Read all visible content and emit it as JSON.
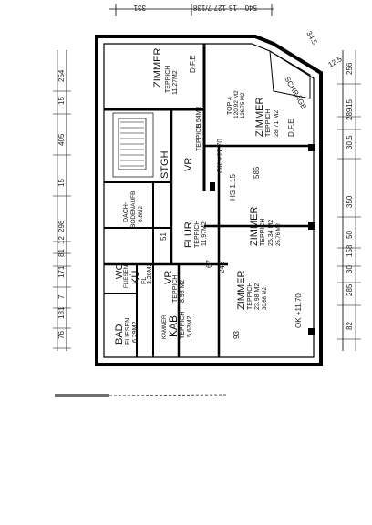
{
  "top_dims": [
    "331",
    "7/138",
    "127",
    "15",
    "540"
  ],
  "right_dims": [
    "254",
    "15",
    "405",
    "15",
    "298",
    "12",
    "81",
    "171",
    "7",
    "181",
    "76"
  ],
  "left_dims": [
    "256",
    "289",
    "30.5",
    "350",
    "50",
    "158",
    "30",
    "285",
    "82",
    "15"
  ],
  "corner_dims": [
    "34.5",
    "12.5"
  ],
  "rooms": {
    "zimmer_top": {
      "name": "ZIMMER",
      "floor": "TEPPICH",
      "area": "11.27M2"
    },
    "top4": {
      "name": "TOP 4",
      "area": "120.92 M2",
      "area2": "126.75 M2"
    },
    "zimmer_nw": {
      "name": "ZIMMER",
      "floor": "TEPPICH",
      "area": "28.71 M2"
    },
    "stgh": {
      "name": "STGH"
    },
    "vr_top": {
      "name": "VR",
      "floor": "TEPPICH",
      "area": "5.54M2"
    },
    "dachboden": {
      "name": "DACH-",
      "name2": "BODENAUFB.",
      "area": "6.8M2"
    },
    "flur": {
      "name": "FLUR",
      "floor": "TEPPICH",
      "area": "11.97M2"
    },
    "zimmer_mid": {
      "name": "ZIMMER",
      "floor": "TEPPICH",
      "area": "25.34 M2",
      "area2": "25.76 M2"
    },
    "wc": {
      "name": "WC",
      "floor": "FLIESEN"
    },
    "kue": {
      "name": "KÜ",
      "floor": "FL",
      "area": "3.20M2"
    },
    "vr_bottom": {
      "name": "VR",
      "floor": "TEPPICH",
      "area": "8.98 M2"
    },
    "kab": {
      "name": "KAB",
      "sub": "KAMMER",
      "floor": "TEPPICH",
      "area": "5.63M2"
    },
    "bad": {
      "name": "BAD",
      "floor": "FLIESEN",
      "area": "6.29M2"
    },
    "zimmer_bottom": {
      "name": "ZIMMER",
      "floor": "TEPPICH",
      "area": "23.98 M2",
      "area2": "30.68 M2"
    }
  },
  "small_marks": [
    "D.F.E",
    "D.F.E",
    "OK +11.70",
    "OK +11.70",
    "585",
    "243",
    "67",
    "93",
    "51",
    "SCHRÄGE",
    "HS 1.15"
  ]
}
